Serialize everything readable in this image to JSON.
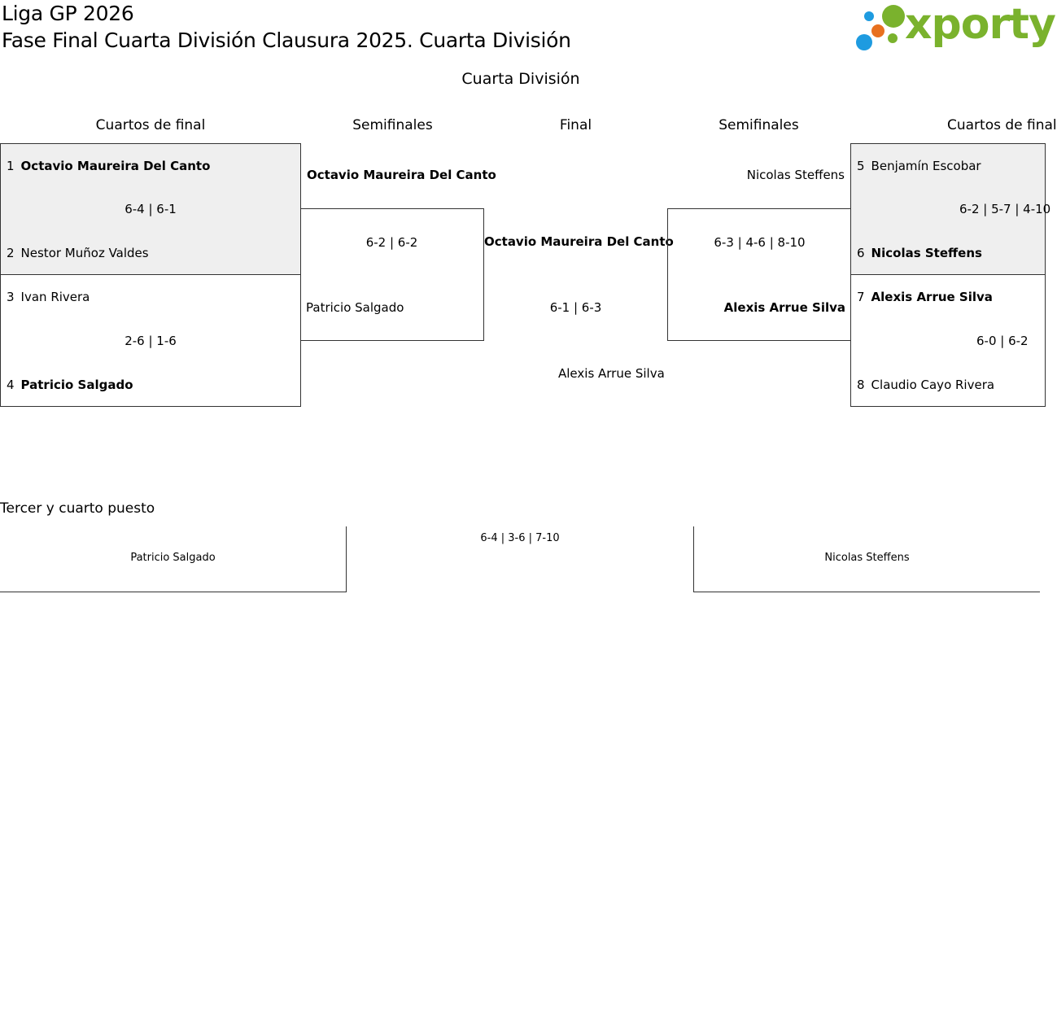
{
  "header": {
    "league_title": "Liga GP 2026",
    "phase_title": "Fase Final Cuarta División Clausura 2025. Cuarta División",
    "logo_text": "xporty"
  },
  "division_title": "Cuarta División",
  "rounds": {
    "left_quarterfinals": "Cuartos de final",
    "left_semifinals": "Semifinales",
    "final": "Final",
    "right_semifinals": "Semifinales",
    "right_quarterfinals": "Cuartos de final"
  },
  "quarterfinals": [
    {
      "p1_seed": "1",
      "p1_name": "Octavio Maureira Del Canto",
      "score": "6-4 | 6-1",
      "p2_seed": "2",
      "p2_name": "Nestor Muñoz Valdes",
      "winner": 1
    },
    {
      "p1_seed": "3",
      "p1_name": "Ivan Rivera",
      "score": "2-6 | 1-6",
      "p2_seed": "4",
      "p2_name": "Patricio Salgado",
      "winner": 2
    },
    {
      "p1_seed": "5",
      "p1_name": "Benjamín Escobar",
      "score": "6-2 | 5-7 | 4-10",
      "p2_seed": "6",
      "p2_name": "Nicolas Steffens",
      "winner": 2
    },
    {
      "p1_seed": "7",
      "p1_name": "Alexis Arrue Silva",
      "score": "6-0 | 6-2",
      "p2_seed": "8",
      "p2_name": "Claudio Cayo Rivera",
      "winner": 1
    }
  ],
  "semifinals": {
    "left": {
      "p1": "Octavio Maureira Del Canto",
      "score": "6-2 | 6-2",
      "p2": "Patricio Salgado"
    },
    "right": {
      "p1": "Nicolas Steffens",
      "score": "6-3 | 4-6 | 8-10",
      "p2": "Alexis Arrue Silva"
    }
  },
  "final": {
    "p1": "Octavio Maureira Del Canto",
    "score": "6-1 | 6-3",
    "p2": "Alexis Arrue Silva"
  },
  "third_place": {
    "title": "Tercer y cuarto puesto",
    "p1": "Patricio Salgado",
    "score": "6-4 | 3-6 | 7-10",
    "p2": "Nicolas Steffens"
  },
  "colors": {
    "logo_green": "#7ab22d",
    "logo_blue": "#1e9be0",
    "logo_orange": "#e8701f",
    "box_gray": "#efefef"
  }
}
